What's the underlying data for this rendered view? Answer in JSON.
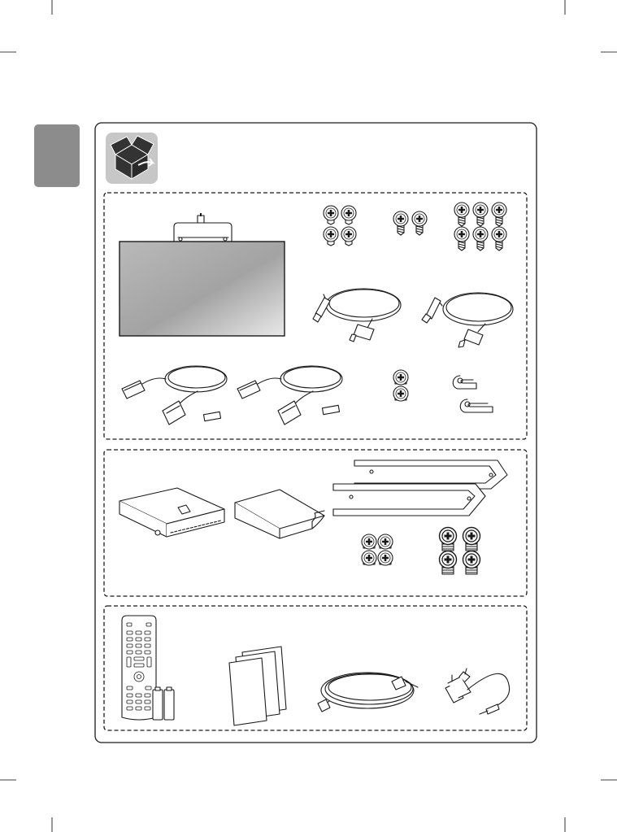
{
  "page": {
    "side_tab": {
      "color": "#8c8c8c"
    },
    "unpack_icon": {
      "icon": "open-box-icon",
      "tile_color": "#c7c7c7"
    }
  },
  "sections": [
    {
      "id": "monitor-kit",
      "items": [
        "monitor",
        "screws-4-small",
        "screws-2-long",
        "screws-6",
        "cable-1",
        "cable-2",
        "lvds-cable-1",
        "lvds-cable-2",
        "screws-2-small",
        "cable-clamps"
      ]
    },
    {
      "id": "box-kit",
      "items": [
        "control-box",
        "box-cover",
        "brackets",
        "screws-4-flat",
        "screws-4-large"
      ]
    },
    {
      "id": "accessories",
      "items": [
        "remote-control",
        "batteries",
        "manuals",
        "power-cord",
        "rs232c-gender"
      ]
    }
  ]
}
